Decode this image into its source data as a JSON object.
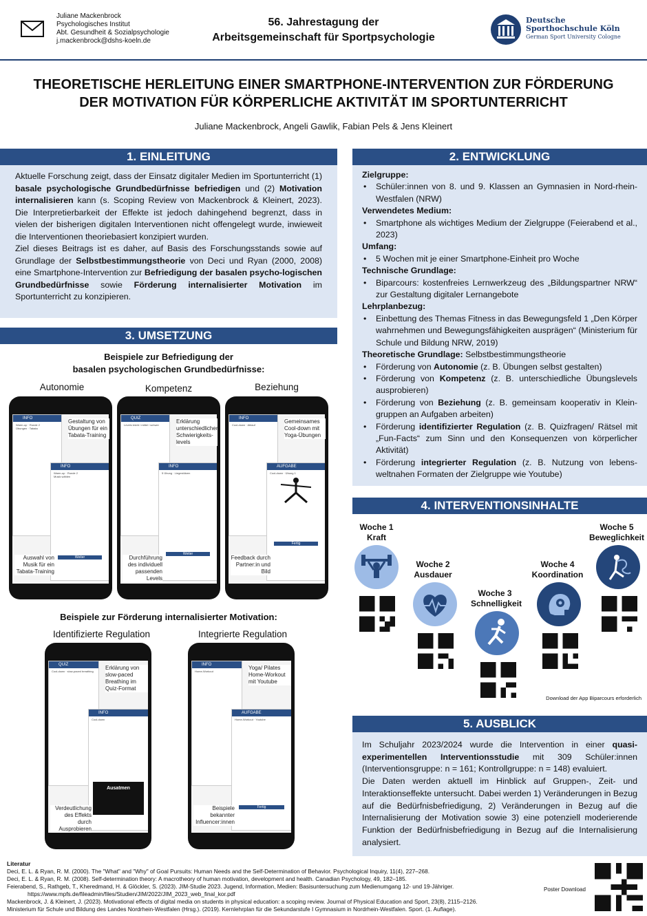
{
  "header": {
    "contact": [
      "Juliane Mackenbrock",
      "Psychologisches Institut",
      "Abt. Gesundheit & Sozialpsychologie",
      "j.mackenbrock@dshs-koeln.de"
    ],
    "conference_line1": "56. Jahrestagung der",
    "conference_line2": "Arbeitsgemeinschaft für Sportpsychologie",
    "logo_line1": "Deutsche",
    "logo_line2": "Sporthochschule Köln",
    "logo_line3": "German Sport University Cologne"
  },
  "title_line1": "THEORETISCHE HERLEITUNG EINER SMARTPHONE-INTERVENTION ZUR FÖRDERUNG",
  "title_line2": "DER MOTIVATION FÜR KÖRPERLICHE AKTIVITÄT IM SPORTUNTERRICHT",
  "authors": "Juliane Mackenbrock, Angeli Gawlik, Fabian Pels & Jens Kleinert",
  "s1": {
    "heading": "1. EINLEITUNG",
    "p1_a": "Aktuelle Forschung zeigt, dass der Einsatz digitaler Medien im Sportunterricht (1) ",
    "p1_b": "basale psychologische Grundbedürfnisse befriedigen",
    "p1_c": " und (2) ",
    "p1_d": "Motivation internalisieren",
    "p1_e": " kann (s. Scoping Review von Mackenbrock & Kleinert, 2023). Die Interpretierbarkeit der Effekte ist jedoch dahingehend begrenzt, dass in vielen der bisherigen digitalen Interventionen nicht offengelegt wurde, inwieweit die Interventionen theoriebasiert konzipiert wurden.",
    "p2_a": "Ziel dieses Beitrags ist es daher, auf Basis des Forschungsstands sowie auf Grundlage der ",
    "p2_b": "Selbstbestimmungstheorie",
    "p2_c": " von Deci und Ryan (2000, 2008) eine Smartphone-Intervention zur ",
    "p2_d": "Befriedigung der basalen psycho-logischen Grundbedürfnisse",
    "p2_e": " sowie ",
    "p2_f": "Förderung internalisierter Motivation",
    "p2_g": " im Sportunterricht zu konzipieren."
  },
  "s2": {
    "heading": "2. ENTWICKLUNG",
    "zielgruppe": "Zielgruppe:",
    "zielgruppe_item": "Schüler:innen von 8. und 9. Klassen an Gymnasien in Nord-rhein-Westfalen (NRW)",
    "medium": "Verwendetes Medium:",
    "medium_item": "Smartphone als wichtiges Medium der Zielgruppe (Feierabend et al., 2023)",
    "umfang": "Umfang:",
    "umfang_item": "5 Wochen mit je einer Smartphone-Einheit pro Woche",
    "technik": "Technische Grundlage:",
    "technik_item": "Biparcours: kostenfreies Lernwerkzeug des „Bildungspartner NRW“ zur Gestaltung digitaler Lernangebote",
    "lehrplan": "Lehrplanbezug:",
    "lehrplan_item": "Einbettung des Themas Fitness in das Bewegungsfeld 1 „Den Körper wahrnehmen und Bewegungsfähigkeiten ausprägen“ (Ministerium für Schule und Bildung NRW, 2019)",
    "theorie": "Theoretische Grundlage:",
    "theorie_value": " Selbstbestimmungstheorie",
    "items": [
      {
        "pre": "Förderung von ",
        "bold": "Autonomie",
        "post": " (z. B. Übungen selbst gestalten)"
      },
      {
        "pre": "Förderung von ",
        "bold": "Kompetenz",
        "post": " (z. B. unterschiedliche Übungslevels ausprobieren)"
      },
      {
        "pre": "Förderung von ",
        "bold": "Beziehung",
        "post": " (z. B. gemeinsam kooperativ in Klein-gruppen an Aufgaben arbeiten)"
      },
      {
        "pre": "Förderung ",
        "bold": "identifizierter Regulation",
        "post": " (z. B. Quizfragen/ Rätsel mit „Fun-Facts“ zum Sinn und den Konsequenzen von körperlicher Aktivität)"
      },
      {
        "pre": "Förderung ",
        "bold": "integrierter Regulation",
        "post": " (z. B. Nutzung von lebens-weltnahen Formaten der Zielgruppe wie Youtube)"
      }
    ]
  },
  "s3": {
    "heading": "3. UMSETZUNG",
    "sub1_line1": "Beispiele zur Befriedigung der",
    "sub1_line2": "basalen psychologischen Grundbedürfnisse:",
    "col_autonomie": "Autonomie",
    "col_kompetenz": "Kompetenz",
    "col_beziehung": "Beziehung",
    "sub2": "Beispiele zur Förderung internalisierter Motivation:",
    "col_identifiziert": "Identifizierte Regulation",
    "col_integriert": "Integrierte Regulation",
    "phones": [
      {
        "tag": "INFO",
        "tag2": "INFO",
        "callout_top": "Gestaltung von Übungen für ein Tabata-Training",
        "callout_bottom": "Auswahl von Musik für ein Tabata-Training",
        "btn": "Weiter"
      },
      {
        "tag": "QUIZ",
        "tag2": "INFO",
        "callout_top": "Erklärung unterschiedlicher Schwierigkeits-levels",
        "callout_bottom": "Durchführung des individuell passenden Levels",
        "btn": "Weiter"
      },
      {
        "tag": "INFO",
        "tag2": "AUFGABE",
        "callout_top": "Gemeinsames Cool-down mit Yoga-Übungen",
        "callout_bottom": "Feedback durch Partner:in und Bild",
        "btn": "Fertig"
      },
      {
        "tag": "QUIZ",
        "tag2": "INFO",
        "callout_top": "Erklärung von slow-paced Breathing im Quiz-Format",
        "callout_bottom": "Verdeutlichung des Effekts durch Ausprobieren",
        "btn": "Ausatmen"
      },
      {
        "tag": "INFO",
        "tag2": "AUFGABE",
        "callout_top": "Yoga/ Pilates Home-Workout mit Youtube",
        "callout_bottom": "Beispiele bekannter Influencer:innen",
        "btn": "Fertig"
      }
    ]
  },
  "s4": {
    "heading": "4. INTERVENTIONSINHALTE",
    "weeks": [
      {
        "label": "Woche 1",
        "topic": "Kraft"
      },
      {
        "label": "Woche 2",
        "topic": "Ausdauer"
      },
      {
        "label": "Woche 3",
        "topic": "Schnelligkeit"
      },
      {
        "label": "Woche 4",
        "topic": "Koordination"
      },
      {
        "label": "Woche 5",
        "topic": "Beweglichkeit"
      }
    ],
    "download_note": "Download der App Biparcours erforderlich"
  },
  "s5": {
    "heading": "5. AUSBLICK",
    "t1": "Im Schuljahr 2023/2024 wurde die Intervention in einer ",
    "t2": "quasi-experimentellen Interventionsstudie",
    "t3": " mit 309 Schüler:innen (Interventionsgruppe: n = 161; Kontrollgruppe: n = 148) evaluiert.",
    "t4": "Die Daten werden aktuell im Hinblick auf Gruppen-, Zeit- und Interaktionseffekte untersucht. Dabei werden 1) Veränderungen in Bezug auf die Bedürfnisbefriedigung, 2) Veränderungen in Bezug auf die Internalisierung der Motivation sowie 3) eine potenziell moderierende Funktion der Bedürfnisbefriedigung in Bezug auf die Internalisierung analysiert."
  },
  "literature": {
    "heading": "Literatur",
    "refs": [
      "Deci, E. L. & Ryan, R. M. (2000). The \"What\" and \"Why\" of Goal Pursuits: Human Needs and the Self-Determination of Behavior. Psychological Inquiry, 11(4), 227–268.",
      "Deci, E. L. & Ryan, R. M. (2008). Self-determination theory: A macrotheory of human motivation, development and health. Canadian Psychology, 49, 182–185.",
      "Feierabend, S., Rathgeb, T., Kheredmand, H. & Glöckler, S. (2023). JIM-Studie 2023. Jugend, Information, Medien: Basisuntersuchung zum Medienumgang 12- und 19-Jähriger.",
      "https://www.mpfs.de/fileadmin/files/Studien/JIM/2022/JIM_2023_web_final_kor.pdf",
      "Mackenbrock, J. & Kleinert, J. (2023). Motivational effects of digital media on students in physical education: a scoping review. Journal of Physical Education and Sport, 23(8), 2115–2126.",
      "Ministerium für Schule und Bildung des Landes Nordrhein-Westfalen (Hrsg.). (2019). Kernlehrplan für die Sekundarstufe I Gymnasium in Nordrhein-Westfalen. Sport. (1. Auflage)."
    ],
    "poster_download": "Poster Download"
  },
  "colors": {
    "primary": "#2a4f86",
    "panel": "#dde6f3",
    "circle_light": "#9dbbe6",
    "circle_dark": "#24467a"
  }
}
